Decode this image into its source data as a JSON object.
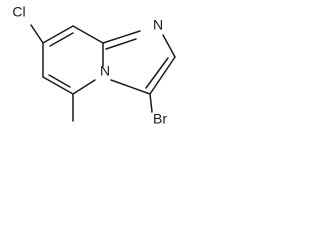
{
  "molecule": {
    "atoms": {
      "cl": "Cl",
      "n_imine": "N",
      "n_bridge": "N",
      "br": "Br"
    }
  }
}
